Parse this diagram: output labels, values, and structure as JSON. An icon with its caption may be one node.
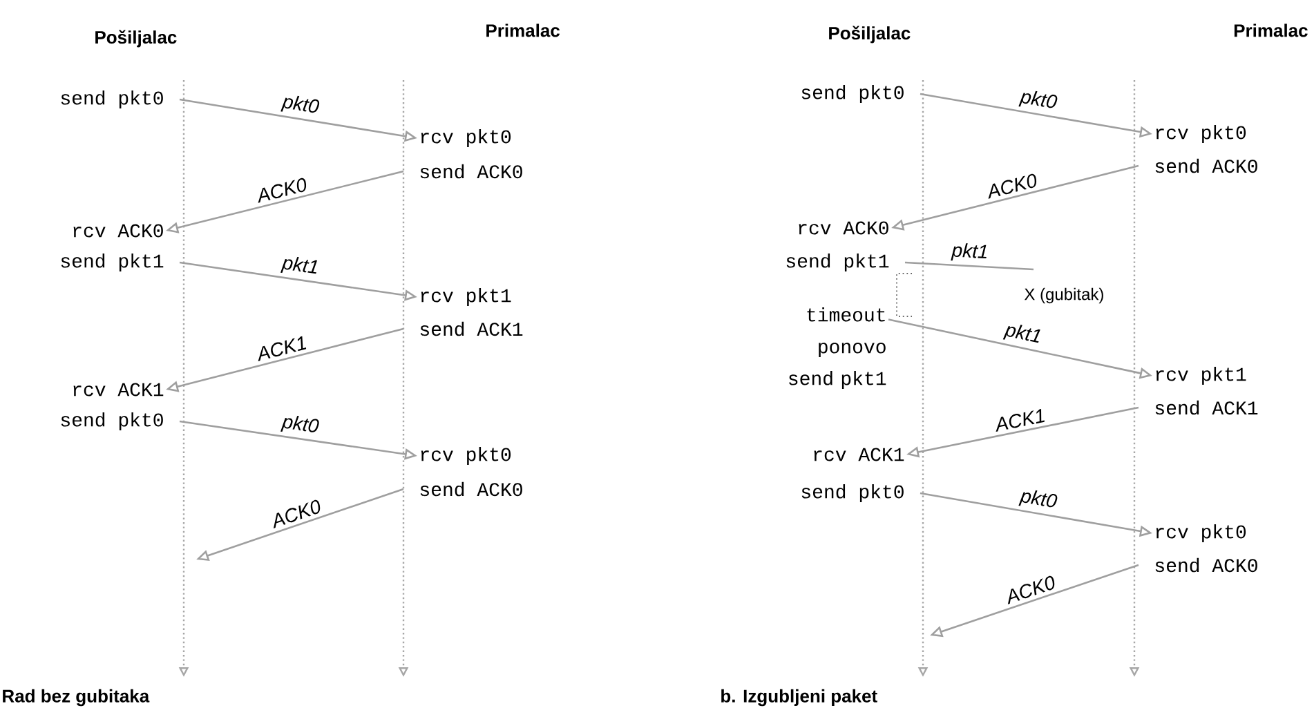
{
  "diagram": {
    "nodes": [
      {
        "text": [
          "send pkt0"
        ]
      },
      {
        "text": [
          "rcv pkt0"
        ]
      },
      {
        "text": [
          "send ACK0"
        ]
      },
      {
        "text": [
          "rcv ACK0"
        ]
      },
      {
        "text": [
          "send pkt1"
        ]
      },
      {
        "text": [
          "rcv pkt1"
        ]
      },
      {
        "text": [
          "send ACK1"
        ]
      },
      {
        "text": [
          "rcv ACK1"
        ]
      },
      {
        "text": [
          "send pkt0"
        ]
      },
      {
        "text": [
          "rcv pkt0"
        ]
      },
      {
        "text": [
          "send ACK0"
        ]
      },
      {
        "text": [
          "send pkt0"
        ]
      },
      {
        "text": [
          "rcv pkt0"
        ]
      },
      {
        "text": [
          "send ACK0"
        ]
      },
      {
        "text": [
          "rcv ACK0"
        ]
      },
      {
        "text": [
          "send pkt1"
        ]
      },
      {
        "text": [
          "timeout ponovo send pkt1"
        ]
      },
      {
        "text": [
          "rcv pkt1"
        ]
      },
      {
        "text": [
          "send ACK1"
        ]
      },
      {
        "text": [
          "rcv ACK1"
        ]
      },
      {
        "text": [
          "send pkt0"
        ]
      },
      {
        "text": [
          "rcv pkt0"
        ]
      },
      {
        "text": [
          "send ACK0"
        ]
      }
    ],
    "edges": [
      {
        "from": 0,
        "to": 1,
        "arrow": "to",
        "label": "pkt0"
      },
      {
        "from": 2,
        "to": 3,
        "arrow": "to",
        "label": "ACK0"
      },
      {
        "from": 4,
        "to": 5,
        "arrow": "to",
        "label": "pkt1"
      },
      {
        "from": 6,
        "to": 7,
        "arrow": "to",
        "label": "ACK1"
      },
      {
        "from": 8,
        "to": 9,
        "arrow": "to",
        "label": "pkt0"
      },
      {
        "from": 10,
        "to": null,
        "arrow": "to",
        "label": "ACK0"
      },
      {
        "from": 11,
        "to": 12,
        "arrow": "to",
        "label": "pkt0"
      },
      {
        "from": 13,
        "to": 14,
        "arrow": "to",
        "label": "ACK0"
      },
      {
        "from": 15,
        "to": null,
        "arrow": "none",
        "label": "pkt1"
      },
      {
        "from": 16,
        "to": 17,
        "arrow": "to",
        "label": "pkt1"
      },
      {
        "from": 18,
        "to": 19,
        "arrow": "to",
        "label": "ACK1"
      },
      {
        "from": 20,
        "to": 21,
        "arrow": "to",
        "label": "pkt0"
      },
      {
        "from": 22,
        "to": null,
        "arrow": "to",
        "label": "ACK0"
      }
    ],
    "labels": [
      "Pošiljalac",
      "Primalac",
      "Pošiljalac",
      "Primalac",
      "X (gubitak)",
      "Rad bez gubitaka",
      "b. Izgubljeni paket"
    ]
  }
}
